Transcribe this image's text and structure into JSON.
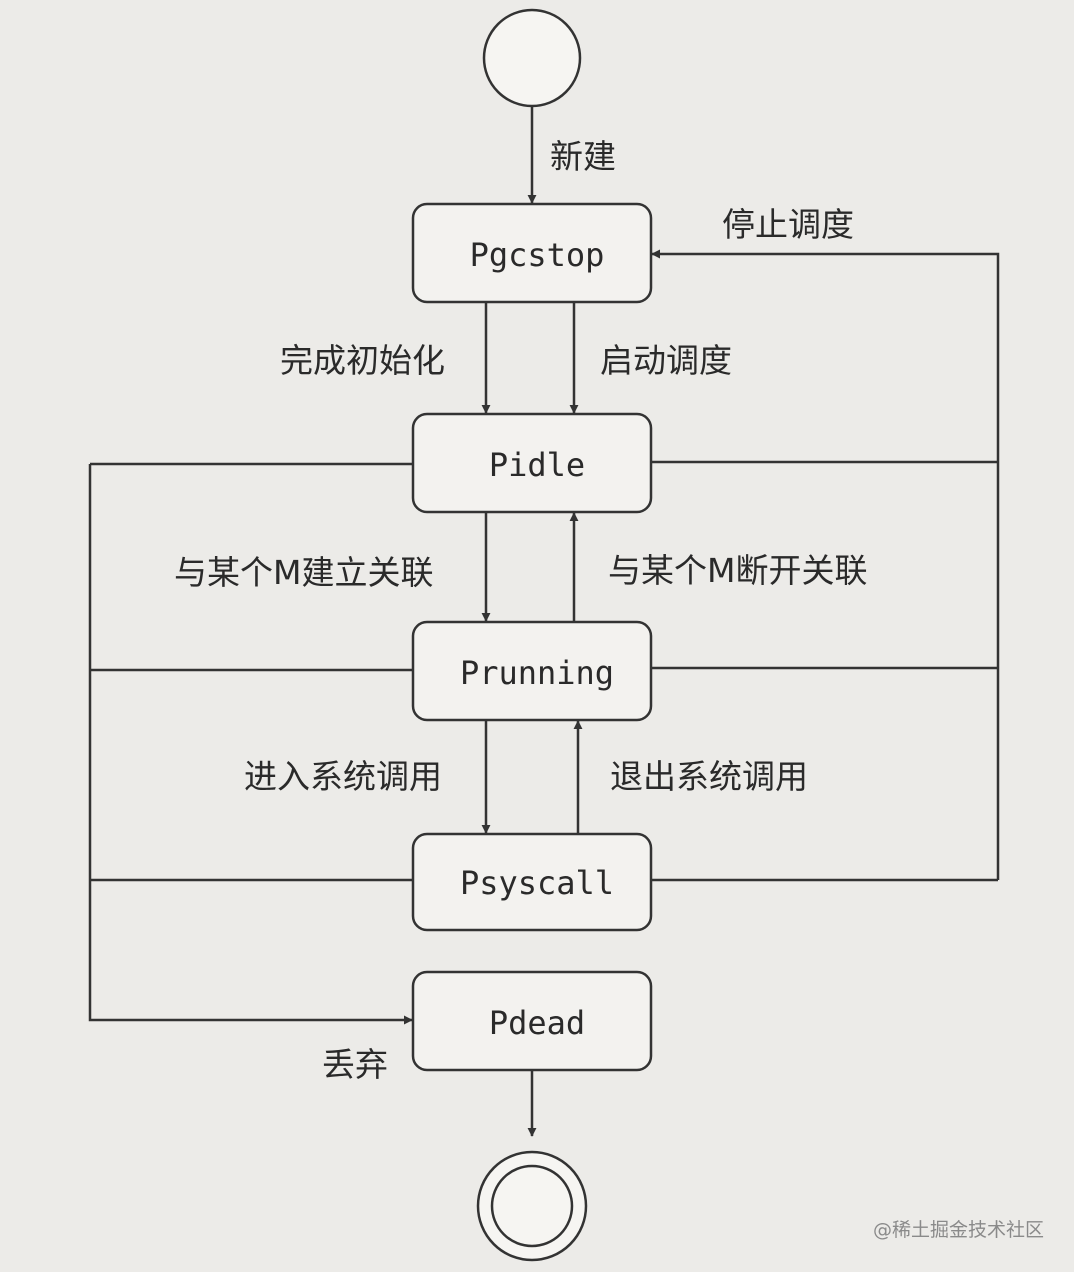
{
  "states": {
    "pgcstop": "Pgcstop",
    "pidle": "Pidle",
    "prunning": "Prunning",
    "psyscall": "Psyscall",
    "pdead": "Pdead"
  },
  "edges": {
    "create": "新建",
    "stop_schedule": "停止调度",
    "init_done": "完成初始化",
    "start_schedule": "启动调度",
    "bind_m": "与某个M建立关联",
    "unbind_m": "与某个M断开关联",
    "enter_syscall": "进入系统调用",
    "exit_syscall": "退出系统调用",
    "discard": "丢弃"
  },
  "watermark": "@稀土掘金技术社区"
}
